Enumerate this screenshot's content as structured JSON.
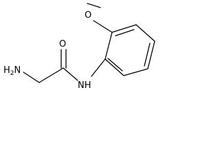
{
  "molecule": {
    "atoms": {
      "methoxy_oxygen": "O",
      "carbonyl_oxygen": "O",
      "amine": "H2N",
      "amide_nitrogen": "NH"
    }
  },
  "colors": {
    "bond": "#000000",
    "background": "#ffffff"
  }
}
